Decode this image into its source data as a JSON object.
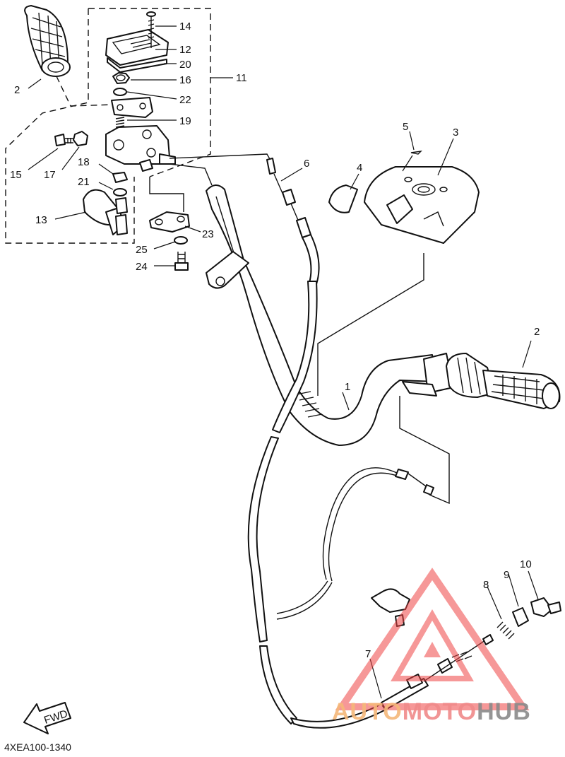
{
  "diagram_code": "4XEA100-1340",
  "fwd_label": "FWD",
  "watermark": {
    "part1": "AUTO",
    "part2": "MOTO",
    "part3": "HUB",
    "colors": {
      "auto": "#f5b87a",
      "moto": "#f08a8a",
      "hub": "#8a8a8a",
      "triangle": "#ef4444"
    }
  },
  "callouts": {
    "c1": "1",
    "c2a": "2",
    "c2b": "2",
    "c3": "3",
    "c4": "4",
    "c5": "5",
    "c6": "6",
    "c7": "7",
    "c8": "8",
    "c9": "9",
    "c10": "10",
    "c11": "11",
    "c12": "12",
    "c13": "13",
    "c14": "14",
    "c15": "15",
    "c16": "16",
    "c17": "17",
    "c18": "18",
    "c19": "19",
    "c20": "20",
    "c21": "21",
    "c22": "22",
    "c23": "23",
    "c24": "24",
    "c25": "25"
  }
}
